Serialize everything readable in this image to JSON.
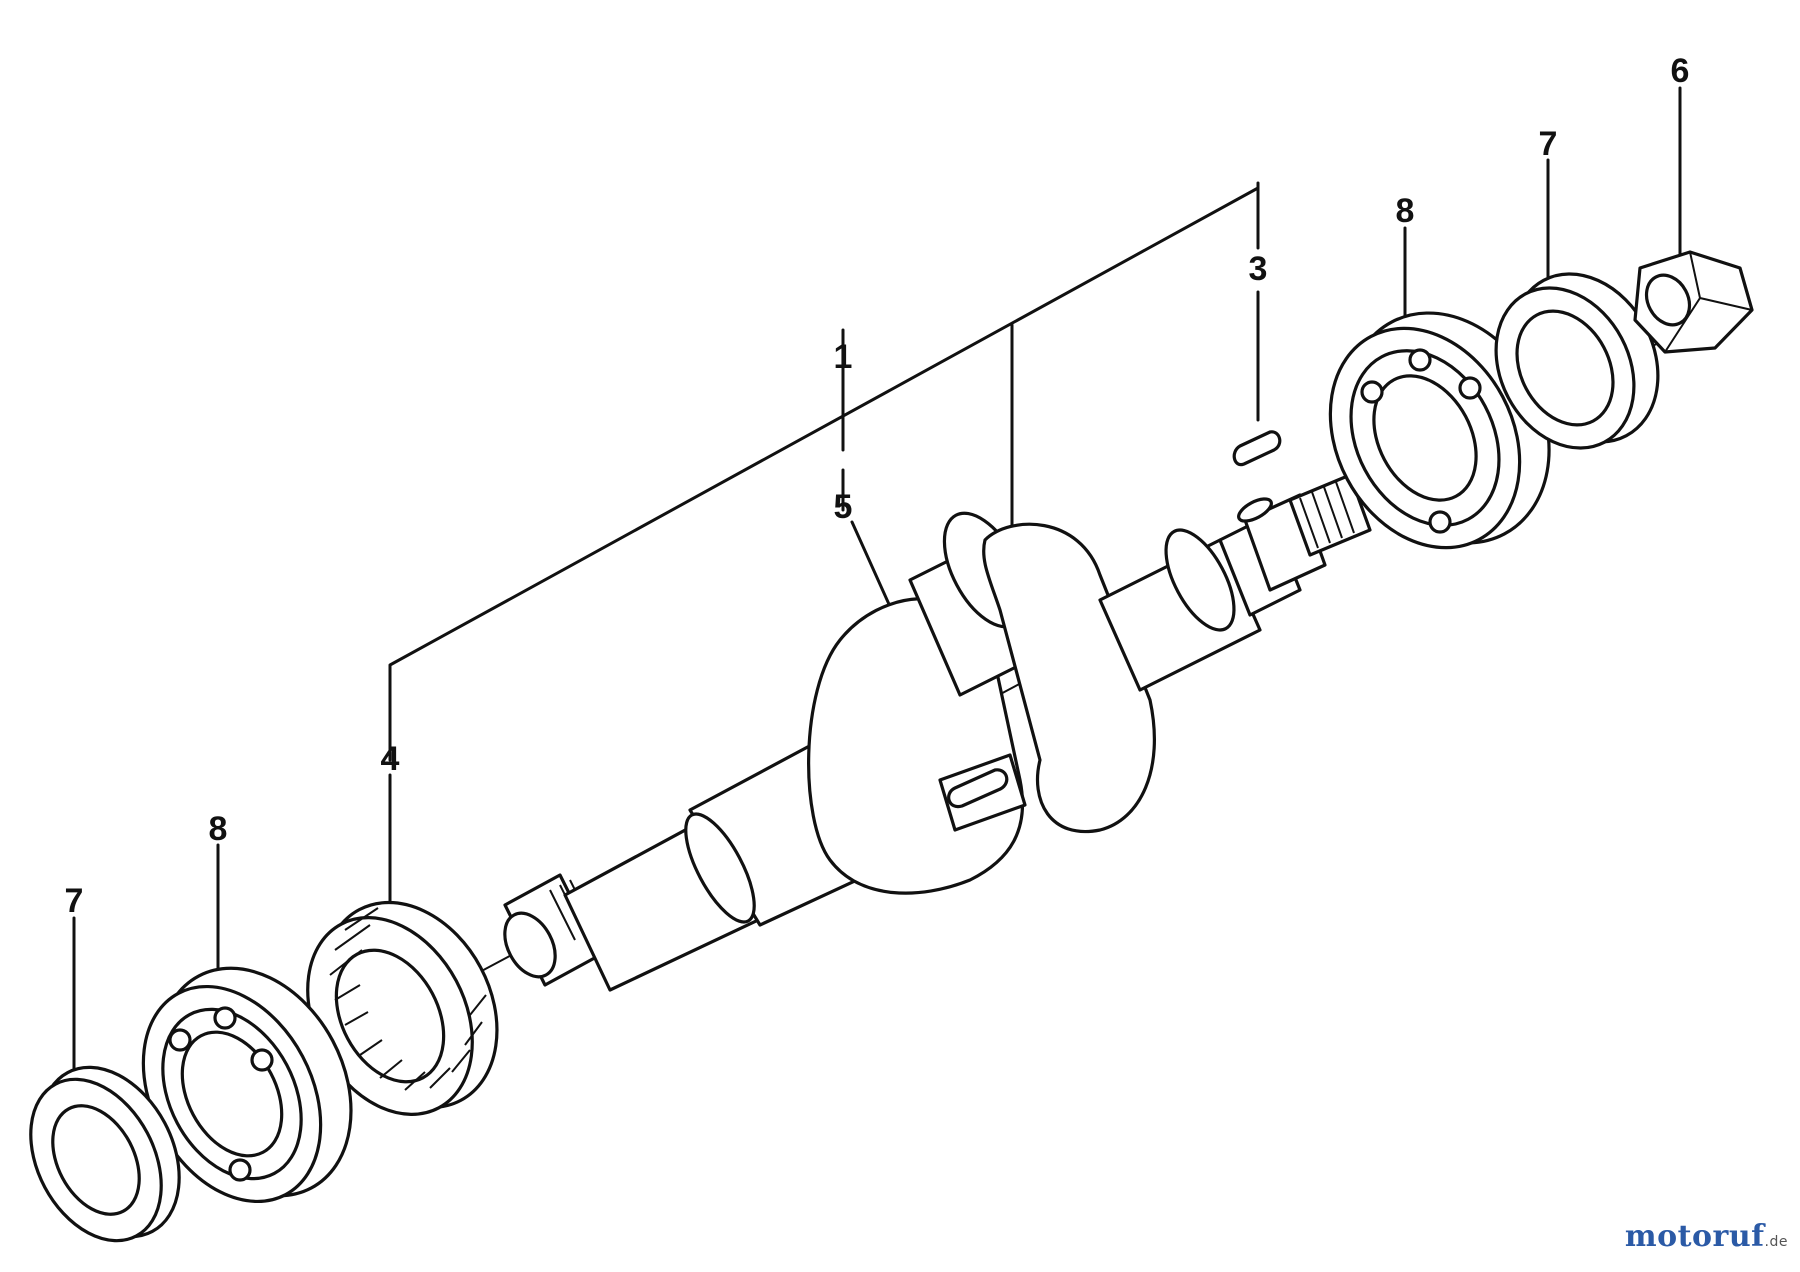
{
  "diagram": {
    "callouts": [
      {
        "id": "c1",
        "label": "1"
      },
      {
        "id": "c3",
        "label": "3"
      },
      {
        "id": "c4",
        "label": "4"
      },
      {
        "id": "c5",
        "label": "5"
      },
      {
        "id": "c6",
        "label": "6"
      },
      {
        "id": "c7a",
        "label": "7"
      },
      {
        "id": "c7b",
        "label": "7"
      },
      {
        "id": "c8a",
        "label": "8"
      },
      {
        "id": "c8b",
        "label": "8"
      }
    ]
  },
  "watermark": {
    "text": "motoruf",
    "tld": ".de"
  }
}
